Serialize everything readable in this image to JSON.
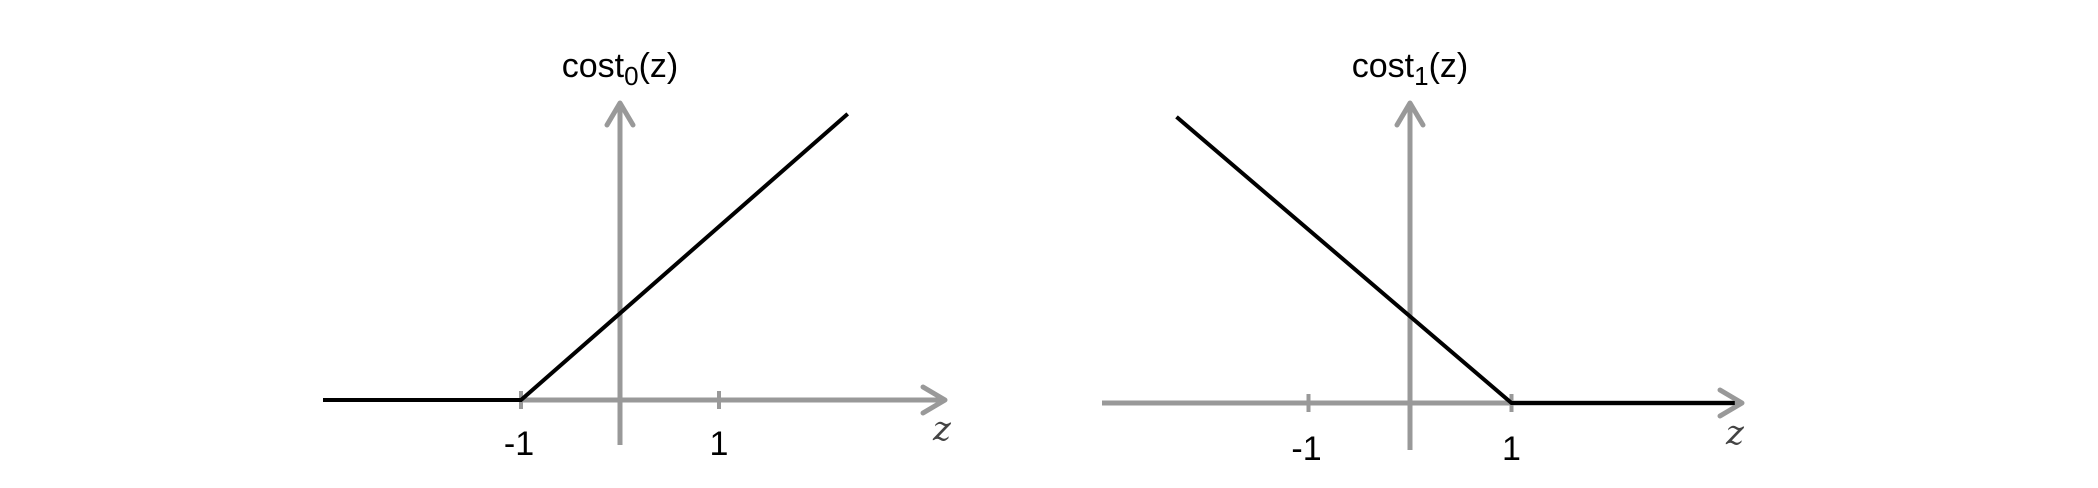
{
  "chart_data": [
    {
      "type": "line",
      "title": "",
      "ylabel": {
        "base": "cost",
        "subscript": "0",
        "suffix": "(z)"
      },
      "xlabel": "z",
      "xlim": [
        -3.02,
        3.27
      ],
      "ylim": [
        -0.45,
        2.85
      ],
      "xticks": [
        {
          "value": -1,
          "label": "-1"
        },
        {
          "value": 1,
          "label": "1"
        }
      ],
      "series": [
        {
          "x": [
            -3,
            -1,
            2.3
          ],
          "y": [
            0,
            0,
            2.85
          ]
        }
      ],
      "grid": false,
      "colors": {
        "axis": "#999999",
        "line": "#000000"
      }
    },
    {
      "type": "line",
      "title": "",
      "ylabel": {
        "base": "cost",
        "subscript": "1",
        "suffix": "(z)"
      },
      "xlabel": "z",
      "xlim": [
        -3.05,
        3.27
      ],
      "ylim": [
        -0.45,
        2.85
      ],
      "xticks": [
        {
          "value": -1,
          "label": "-1"
        },
        {
          "value": 1,
          "label": "1"
        }
      ],
      "series": [
        {
          "x": [
            -2.3,
            1,
            3.2
          ],
          "y": [
            2.85,
            0,
            0
          ]
        }
      ],
      "grid": false,
      "colors": {
        "axis": "#999999",
        "line": "#000000"
      }
    }
  ]
}
